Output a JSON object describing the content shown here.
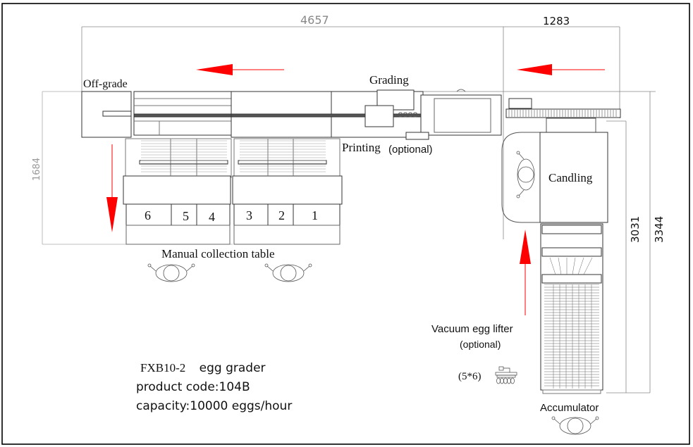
{
  "title_block": {
    "model": "FXB10-2",
    "name": "egg grader",
    "product_code": "product code:104B",
    "capacity": "capacity:10000 eggs/hour"
  },
  "labels": {
    "off_grade": "Off-grade",
    "grading": "Grading",
    "printing": "Printing",
    "printing_optional": "(optional)",
    "candling": "Candling",
    "manual_collection_table": "Manual collection table",
    "vacuum_egg_lifter": "Vacuum egg lifter",
    "vacuum_optional": "(optional)",
    "vacuum_spec": "(5*6)",
    "accumulator": "Accumulator"
  },
  "lanes": [
    "6",
    "5",
    "4",
    "3",
    "2",
    "1"
  ],
  "dimensions": {
    "total_length": "4657",
    "infeed_width": "1283",
    "grader_width": "1684",
    "accumulator_length": "3031",
    "total_depth": "3344"
  },
  "colors": {
    "flow_arrow": "#ff0000",
    "line": "#333333",
    "dim_line": "#888888"
  }
}
